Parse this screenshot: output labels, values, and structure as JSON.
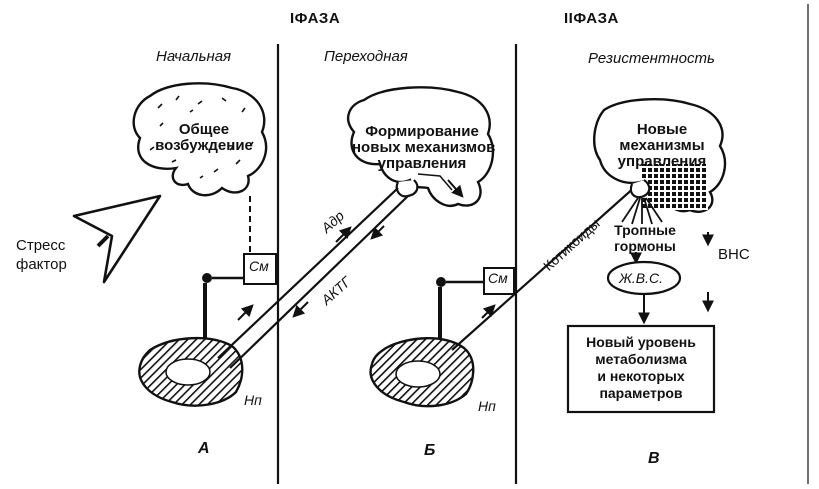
{
  "phases": {
    "phase1": "IФАЗА",
    "phase2": "IIФАЗА"
  },
  "columns": {
    "col1": "Начальная",
    "col2": "Переходная",
    "col3": "Резистентность"
  },
  "brain_texts": {
    "b1": [
      "Общее",
      "возбуждение"
    ],
    "b2": [
      "Формирование",
      "новых механизмов",
      "управления"
    ],
    "b3": [
      "Новые",
      "механизмы",
      "управления"
    ]
  },
  "stress": [
    "Стресс",
    "фактор"
  ],
  "labels": {
    "sm1": "См",
    "sm2": "См",
    "np1": "Нп",
    "np2": "Нп",
    "adr": "Адр",
    "actg": "АКТГ",
    "cortico": "Котикоиды",
    "tropic": [
      "Тропные",
      "гормоны"
    ],
    "vns": "ВНС",
    "zhvs": "Ж.В.С."
  },
  "metabolism_box": [
    "Новый уровень",
    "метаболизма",
    "и некоторых",
    "параметров"
  ],
  "panels": {
    "a": "А",
    "b": "Б",
    "v": "В"
  },
  "colors": {
    "ink": "#111111",
    "background": "#ffffff"
  }
}
